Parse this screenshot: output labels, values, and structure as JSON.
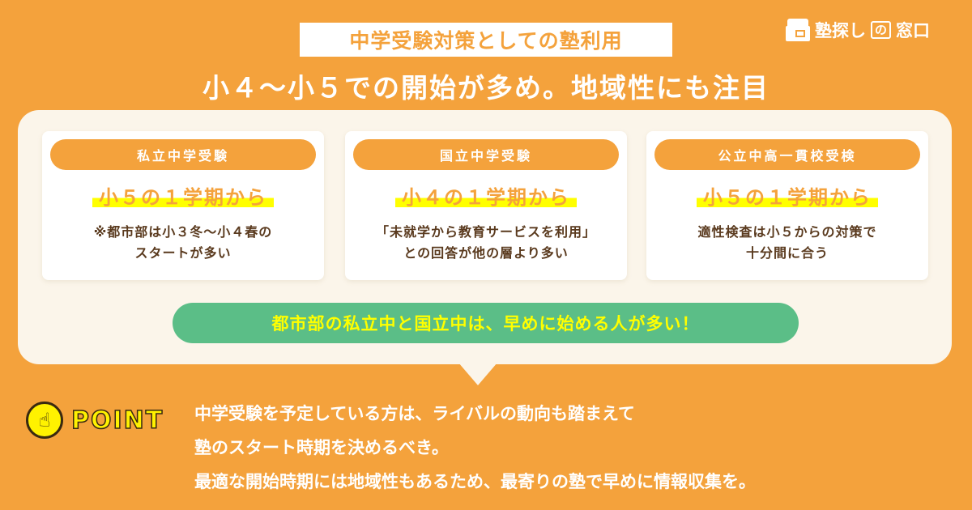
{
  "header": {
    "tag": "中学受験対策としての塾利用",
    "headline": "小４～小５での開始が多め。地域性にも注目"
  },
  "logo": {
    "text_main": "塾探し",
    "text_mid": "の",
    "text_end": "窓口"
  },
  "cards": [
    {
      "category": "私立中学受験",
      "highlight": "小５の１学期から",
      "desc_line1": "※都市部は小３冬～小４春の",
      "desc_line2": "スタートが多い"
    },
    {
      "category": "国立中学受験",
      "highlight": "小４の１学期から",
      "desc_line1": "「未就学から教育サービスを利用」",
      "desc_line2": "との回答が他の層より多い"
    },
    {
      "category": "公立中高一貫校受検",
      "highlight": "小５の１学期から",
      "desc_line1": "適性検査は小５からの対策で",
      "desc_line2": "十分間に合う"
    }
  ],
  "banner": "都市部の私立中と国立中は、早めに始める人が多い！",
  "point": {
    "label": "POINT",
    "icon": "☝",
    "lines": [
      "中学受験を予定している方は、ライバルの動向も踏まえて",
      "塾のスタート時期を決めるべき。",
      "最適な開始時期には地域性もあるため、最寄りの塾で早めに情報収集を。"
    ]
  },
  "colors": {
    "background": "#F4A23C",
    "panel": "#FBF5EA",
    "highlight_yellow": "#FFFF00",
    "banner_green": "#5BBE87",
    "text_brown": "#5a3a1e"
  }
}
